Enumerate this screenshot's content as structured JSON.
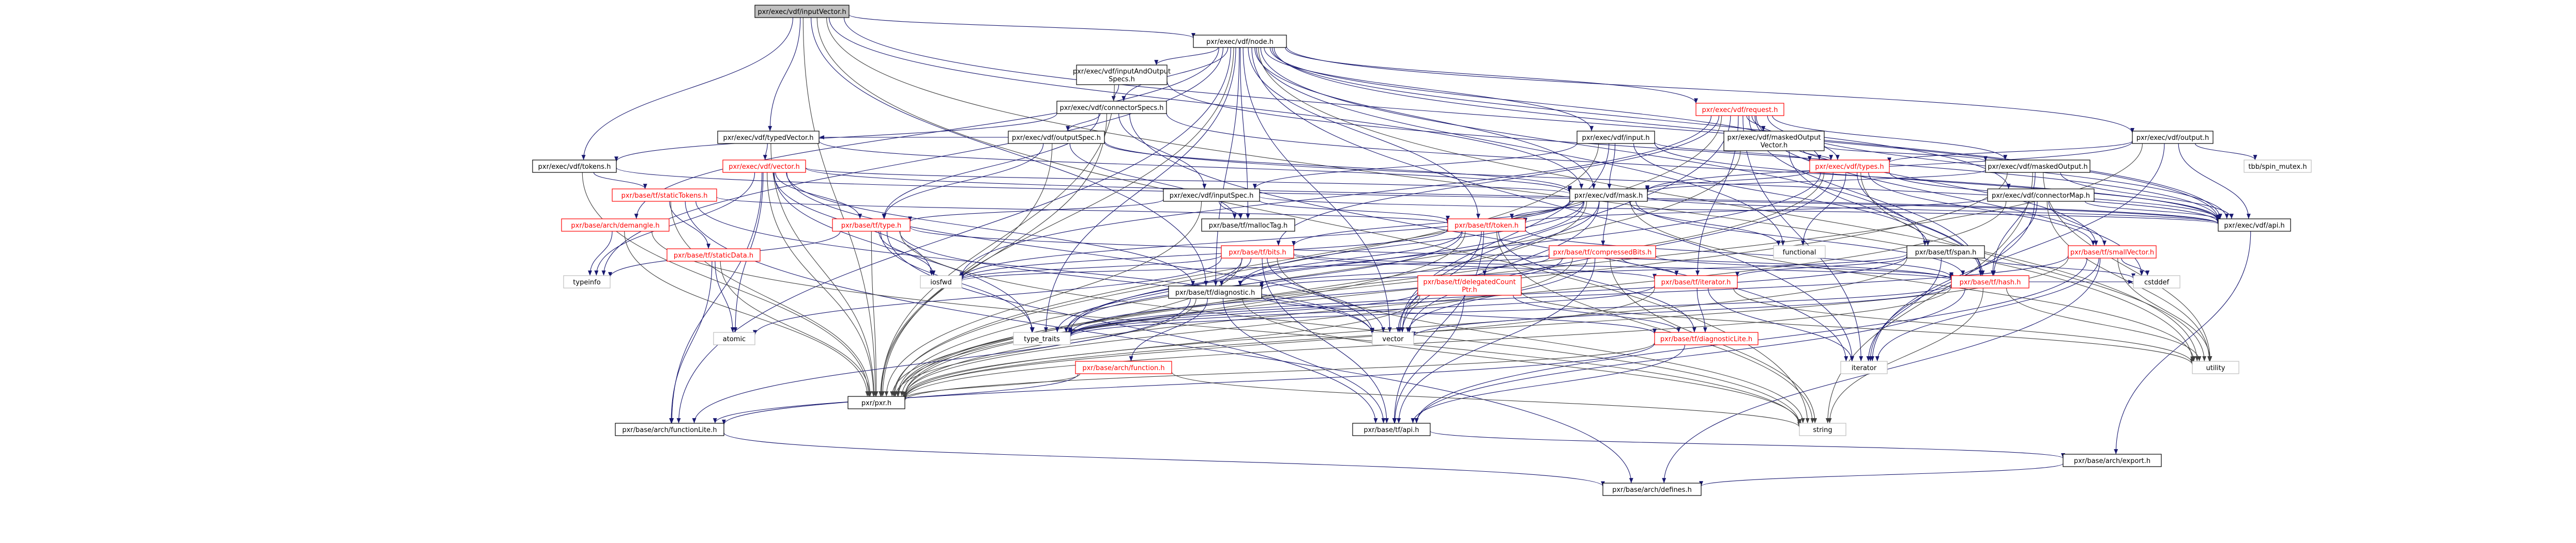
{
  "diagram": {
    "colors": {
      "background": "#ffffff",
      "root_fill": "#bfbfbf",
      "node_fill": "#ffffff",
      "node_border": "#000000",
      "edge_dark": "#191970",
      "edge_gray": "#404040",
      "text_black": "#000000",
      "text_red": "#ff0000"
    },
    "nodes": [
      {
        "id": "inputVector",
        "lines": [
          "pxr/exec/vdf/inputVector.h"
        ],
        "kind": "root"
      },
      {
        "id": "node",
        "lines": [
          "pxr/exec/vdf/node.h"
        ],
        "kind": "normal"
      },
      {
        "id": "inputAndOutputSpecs",
        "lines": [
          "pxr/exec/vdf/inputAndOutput",
          "Specs.h"
        ],
        "kind": "normal"
      },
      {
        "id": "connectorSpecs",
        "lines": [
          "pxr/exec/vdf/connectorSpecs.h"
        ],
        "kind": "normal"
      },
      {
        "id": "outputSpec",
        "lines": [
          "pxr/exec/vdf/outputSpec.h"
        ],
        "kind": "normal"
      },
      {
        "id": "typedVector",
        "lines": [
          "pxr/exec/vdf/typedVector.h"
        ],
        "kind": "normal"
      },
      {
        "id": "tokens",
        "lines": [
          "pxr/exec/vdf/tokens.h"
        ],
        "kind": "normal"
      },
      {
        "id": "vdfVector",
        "lines": [
          "pxr/exec/vdf/vector.h"
        ],
        "kind": "red"
      },
      {
        "id": "staticTokens",
        "lines": [
          "pxr/base/tf/staticTokens.h"
        ],
        "kind": "red"
      },
      {
        "id": "demangle",
        "lines": [
          "pxr/base/arch/demangle.h"
        ],
        "kind": "red"
      },
      {
        "id": "tfType",
        "lines": [
          "pxr/base/tf/type.h"
        ],
        "kind": "red"
      },
      {
        "id": "staticData",
        "lines": [
          "pxr/base/tf/staticData.h"
        ],
        "kind": "red"
      },
      {
        "id": "request",
        "lines": [
          "pxr/exec/vdf/request.h"
        ],
        "kind": "red"
      },
      {
        "id": "vdfInput",
        "lines": [
          "pxr/exec/vdf/input.h"
        ],
        "kind": "normal"
      },
      {
        "id": "maskedOutputVector",
        "lines": [
          "pxr/exec/vdf/maskedOutput",
          "Vector.h"
        ],
        "kind": "normal"
      },
      {
        "id": "vdfOutput",
        "lines": [
          "pxr/exec/vdf/output.h"
        ],
        "kind": "normal"
      },
      {
        "id": "vdfTypes",
        "lines": [
          "pxr/exec/vdf/types.h"
        ],
        "kind": "red"
      },
      {
        "id": "maskedOutput",
        "lines": [
          "pxr/exec/vdf/maskedOutput.h"
        ],
        "kind": "normal"
      },
      {
        "id": "spinMutex",
        "lines": [
          "tbb/spin_mutex.h"
        ],
        "kind": "plain"
      },
      {
        "id": "inputSpec",
        "lines": [
          "pxr/exec/vdf/inputSpec.h"
        ],
        "kind": "normal"
      },
      {
        "id": "vdfMask",
        "lines": [
          "pxr/exec/vdf/mask.h"
        ],
        "kind": "normal"
      },
      {
        "id": "connectorMap",
        "lines": [
          "pxr/exec/vdf/connectorMap.h"
        ],
        "kind": "normal"
      },
      {
        "id": "vdfApi",
        "lines": [
          "pxr/exec/vdf/api.h"
        ],
        "kind": "normal"
      },
      {
        "id": "mallocTag",
        "lines": [
          "pxr/base/tf/mallocTag.h"
        ],
        "kind": "normal"
      },
      {
        "id": "tfToken",
        "lines": [
          "pxr/base/tf/token.h"
        ],
        "kind": "red"
      },
      {
        "id": "tfBits",
        "lines": [
          "pxr/base/tf/bits.h"
        ],
        "kind": "red"
      },
      {
        "id": "compressedBits",
        "lines": [
          "pxr/base/tf/compressedBits.h"
        ],
        "kind": "red"
      },
      {
        "id": "functional",
        "lines": [
          "functional"
        ],
        "kind": "plain"
      },
      {
        "id": "tfSpan",
        "lines": [
          "pxr/base/tf/span.h"
        ],
        "kind": "normal"
      },
      {
        "id": "smallVector",
        "lines": [
          "pxr/base/tf/smallVector.h"
        ],
        "kind": "red"
      },
      {
        "id": "cstddef",
        "lines": [
          "cstddef"
        ],
        "kind": "plain"
      },
      {
        "id": "delegatedCountPtr",
        "lines": [
          "pxr/base/tf/delegatedCount",
          "Ptr.h"
        ],
        "kind": "red"
      },
      {
        "id": "tfIterator",
        "lines": [
          "pxr/base/tf/iterator.h"
        ],
        "kind": "red"
      },
      {
        "id": "tfHash",
        "lines": [
          "pxr/base/tf/hash.h"
        ],
        "kind": "red"
      },
      {
        "id": "tfDiagnostic",
        "lines": [
          "pxr/base/tf/diagnostic.h"
        ],
        "kind": "normal"
      },
      {
        "id": "iosfwd",
        "lines": [
          "iosfwd"
        ],
        "kind": "plain"
      },
      {
        "id": "typeinfo",
        "lines": [
          "typeinfo"
        ],
        "kind": "plain"
      },
      {
        "id": "atomic",
        "lines": [
          "atomic"
        ],
        "kind": "plain"
      },
      {
        "id": "typeTraits",
        "lines": [
          "type_traits"
        ],
        "kind": "plain"
      },
      {
        "id": "stdVector",
        "lines": [
          "vector"
        ],
        "kind": "plain"
      },
      {
        "id": "diagnosticLite",
        "lines": [
          "pxr/base/tf/diagnosticLite.h"
        ],
        "kind": "red"
      },
      {
        "id": "archFunction",
        "lines": [
          "pxr/base/arch/function.h"
        ],
        "kind": "red"
      },
      {
        "id": "iterator",
        "lines": [
          "iterator"
        ],
        "kind": "plain"
      },
      {
        "id": "utility",
        "lines": [
          "utility"
        ],
        "kind": "plain"
      },
      {
        "id": "pxrH",
        "lines": [
          "pxr/pxr.h"
        ],
        "kind": "normal"
      },
      {
        "id": "functionLite",
        "lines": [
          "pxr/base/arch/functionLite.h"
        ],
        "kind": "normal"
      },
      {
        "id": "tfApi",
        "lines": [
          "pxr/base/tf/api.h"
        ],
        "kind": "normal"
      },
      {
        "id": "string",
        "lines": [
          "string"
        ],
        "kind": "plain"
      },
      {
        "id": "archExport",
        "lines": [
          "pxr/base/arch/export.h"
        ],
        "kind": "normal"
      },
      {
        "id": "archDefines",
        "lines": [
          "pxr/base/arch/defines.h"
        ],
        "kind": "normal"
      }
    ]
  }
}
